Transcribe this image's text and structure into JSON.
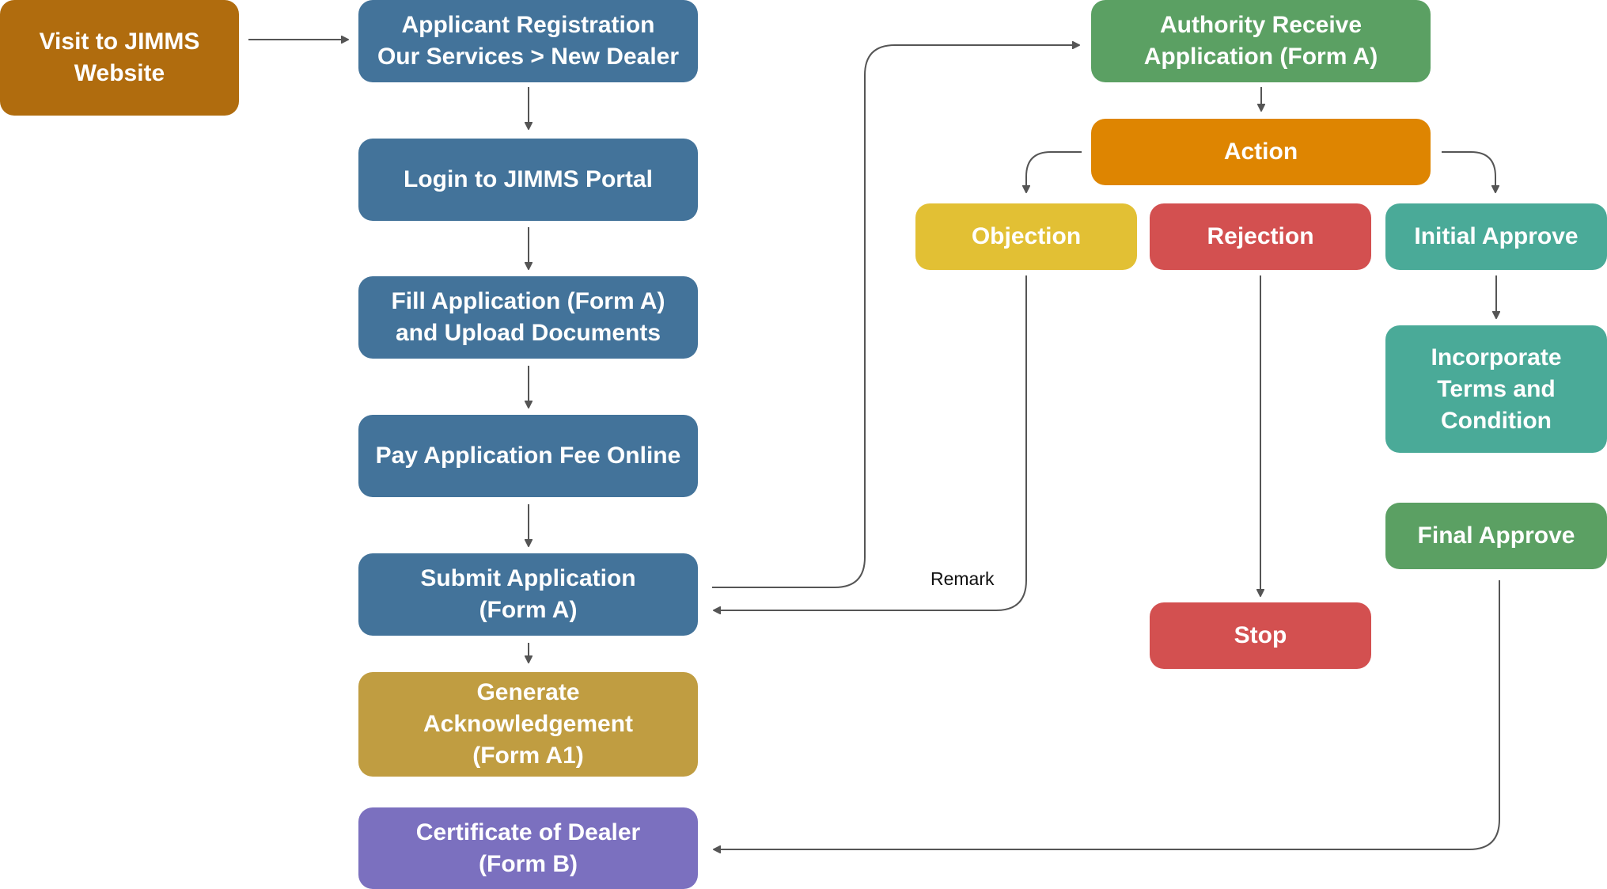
{
  "colors": {
    "start": "#B06C0E",
    "process": "#43739A",
    "authority": "#5BA063",
    "action": "#DE8501",
    "objection": "#E2C034",
    "rejection": "#D35050",
    "approve": "#4AAA98",
    "acknowledgement": "#C09D41",
    "certificate": "#7B70BF",
    "arrow": "#555555"
  },
  "nodes": {
    "visit": "Visit to JIMMS\nWebsite",
    "registration": "Applicant Registration\nOur Services > New Dealer",
    "login": "Login to JIMMS Portal",
    "fill": "Fill Application (Form A)\nand Upload Documents",
    "pay": "Pay Application Fee Online",
    "submit": "Submit Application\n(Form A)",
    "acknowledgement": "Generate\nAcknowledgement\n(Form A1)",
    "certificate": "Certificate of Dealer\n(Form B)",
    "authority": "Authority Receive\nApplication (Form A)",
    "action": "Action",
    "objection": "Objection",
    "rejection": "Rejection",
    "initial_approve": "Initial Approve",
    "incorporate": "Incorporate\nTerms and\nCondition",
    "final_approve": "Final Approve",
    "stop": "Stop"
  },
  "labels": {
    "remark": "Remark"
  }
}
